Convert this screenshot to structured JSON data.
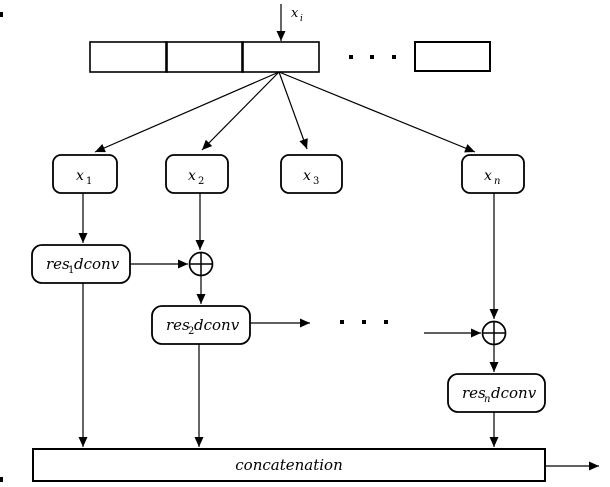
{
  "diagram": {
    "input": {
      "base": "x",
      "sub": "i"
    },
    "bar": {
      "ellipsis": ". . .",
      "segment_colors": [
        "#fcfc9e",
        "#fbdcb2",
        "#fda5a4"
      ],
      "detached_color": "#c184a2"
    },
    "splits": [
      {
        "base": "x",
        "sub": "1",
        "color": "#fcfc9e"
      },
      {
        "base": "x",
        "sub": "2",
        "color": "#fbdcb2"
      },
      {
        "base": "x",
        "sub": "3",
        "color": "#fda5a4"
      },
      {
        "base": "x",
        "sub": "n",
        "color": "#c184a2"
      }
    ],
    "convs": [
      {
        "base": "res",
        "sub": "1",
        "rest": "dconv",
        "fill": "#ececec"
      },
      {
        "base": "res",
        "sub": "2",
        "rest": "dconv",
        "fill": "#ececec"
      },
      {
        "base": "res",
        "sub": "n",
        "rest": "dconv",
        "fill": "#ececec"
      }
    ],
    "mid_ellipsis": ". . .",
    "concat": {
      "label": "concatenation",
      "fill": "#dce3ef"
    },
    "colors": {
      "stroke": "#000000",
      "conv_fill": "#ececec",
      "concat_fill": "#dce3ef"
    }
  }
}
